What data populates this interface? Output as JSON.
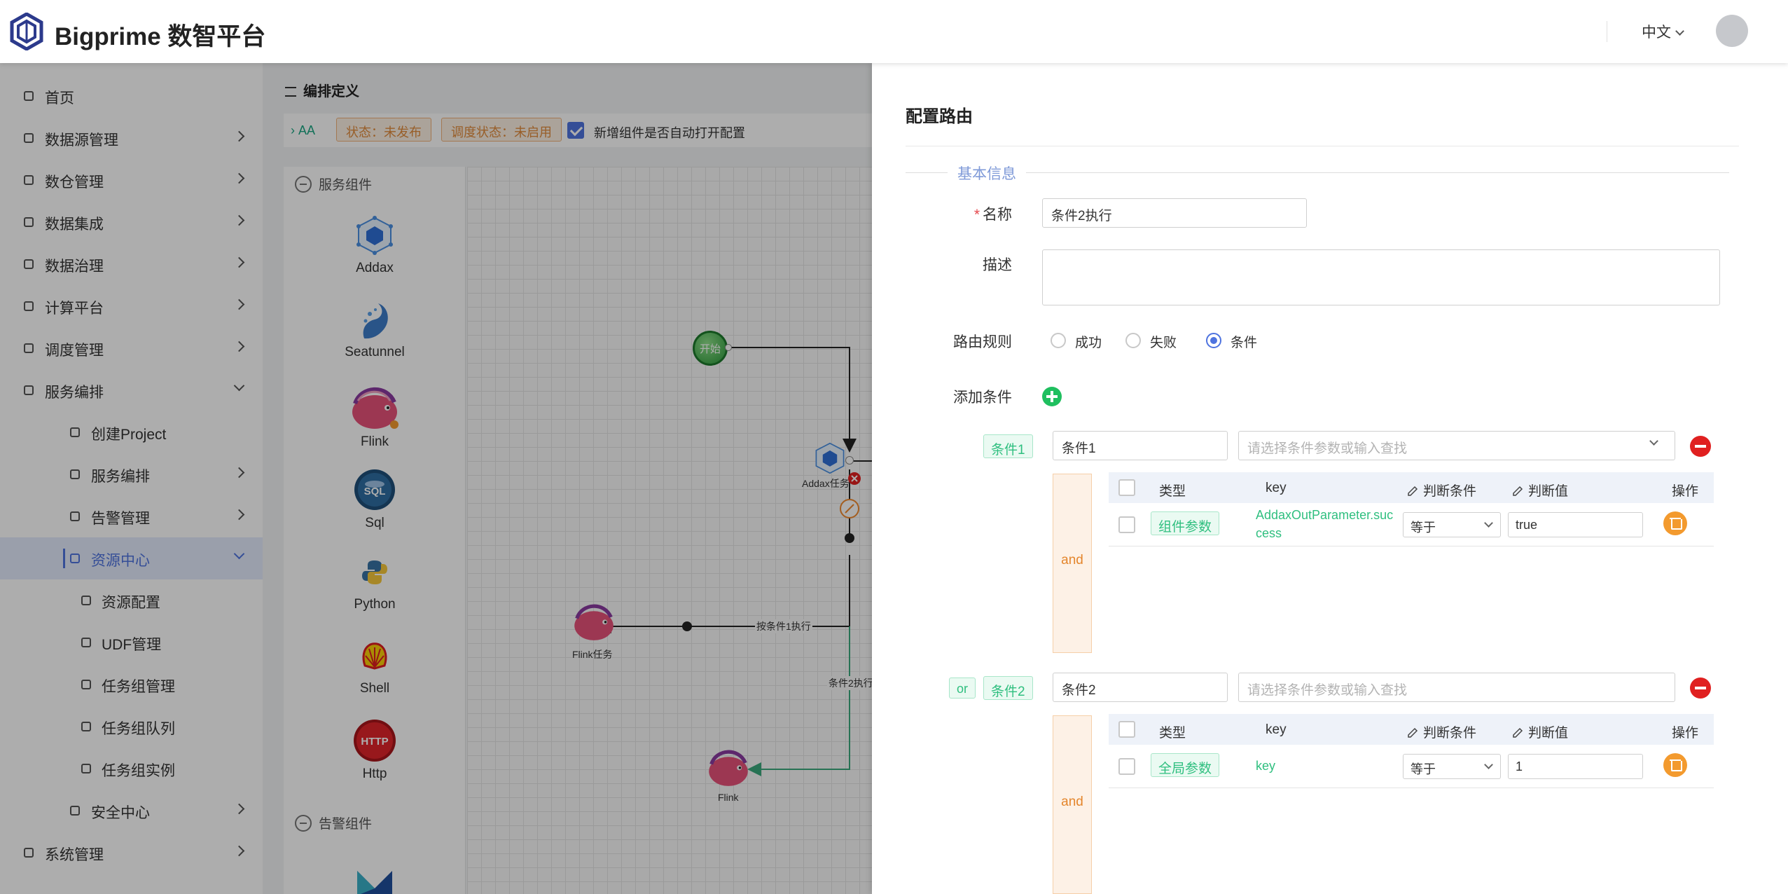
{
  "header": {
    "brand": "Bigprime 数智平台",
    "language": "中文",
    "icons": {
      "logo": "hexagon-logo-icon",
      "lang_chevron": "chevron-down-icon"
    }
  },
  "sidebar": {
    "items": [
      {
        "label": "首页",
        "icon": "home-icon",
        "has_arrow": false
      },
      {
        "label": "数据源管理",
        "icon": "datasource-icon",
        "has_arrow": true
      },
      {
        "label": "数仓管理",
        "icon": "warehouse-icon",
        "has_arrow": true
      },
      {
        "label": "数据集成",
        "icon": "integration-icon",
        "has_arrow": true
      },
      {
        "label": "数据治理",
        "icon": "governance-icon",
        "has_arrow": true
      },
      {
        "label": "计算平台",
        "icon": "compute-icon",
        "has_arrow": true
      },
      {
        "label": "调度管理",
        "icon": "schedule-icon",
        "has_arrow": true
      },
      {
        "label": "服务编排",
        "icon": "chart-icon",
        "expanded": true
      },
      {
        "label": "创建Project",
        "icon": "list-icon",
        "level": 2
      },
      {
        "label": "服务编排",
        "icon": "line-chart-icon",
        "level": 2,
        "has_arrow": true
      },
      {
        "label": "告警管理",
        "icon": "flag-icon",
        "level": 2,
        "has_arrow": true
      },
      {
        "label": "资源中心",
        "icon": "resource-icon",
        "level": 2,
        "active": true,
        "expanded": true
      },
      {
        "label": "资源配置",
        "icon": "config-icon",
        "level": 3
      },
      {
        "label": "UDF管理",
        "icon": "udf-icon",
        "level": 3
      },
      {
        "label": "任务组管理",
        "icon": "group-icon",
        "level": 3
      },
      {
        "label": "任务组队列",
        "icon": "queue-icon",
        "level": 3
      },
      {
        "label": "任务组实例",
        "icon": "instance-icon",
        "level": 3
      },
      {
        "label": "安全中心",
        "icon": "security-icon",
        "level": 2,
        "has_arrow": true
      },
      {
        "label": "系统管理",
        "icon": "settings-icon",
        "has_arrow": true
      }
    ]
  },
  "editor": {
    "page_title": "编排定义",
    "breadcrumb": "AA",
    "status_tag": "状态：未发布",
    "debug_tag": "调度状态：未启用",
    "auto_open_label": "新增组件是否自动打开配置",
    "auto_open_checked": true,
    "groups": {
      "service": "服务组件",
      "alert": "告警组件"
    },
    "components": [
      {
        "label": "Addax",
        "icon": "addax-icon"
      },
      {
        "label": "Seatunnel",
        "icon": "seatunnel-icon"
      },
      {
        "label": "Flink",
        "icon": "flink-icon"
      },
      {
        "label": "Sql",
        "icon": "sql-icon"
      },
      {
        "label": "Python",
        "icon": "python-icon"
      },
      {
        "label": "Shell",
        "icon": "shell-icon"
      },
      {
        "label": "Http",
        "icon": "http-icon"
      }
    ],
    "canvas": {
      "start_label": "开始",
      "addax_node": "Addax任务",
      "flink_task_node": "Flink任务",
      "flink_node": "Flink",
      "edge1_label": "按条件1执行",
      "edge2_label": "条件2执行"
    }
  },
  "drawer": {
    "title": "配置路由",
    "section": "基本信息",
    "name_label": "名称",
    "name_value": "条件2执行",
    "desc_label": "描述",
    "desc_value": "",
    "rule_label": "路由规则",
    "rules": [
      "成功",
      "失败",
      "条件"
    ],
    "rule_selected": "条件",
    "add_condition_label": "添加条件",
    "columns": {
      "type": "类型",
      "key": "key",
      "judge": "判断条件",
      "value": "判断值",
      "op": "操作"
    },
    "conditions": [
      {
        "tag": "条件1",
        "connector": "",
        "name": "条件1",
        "search_placeholder": "请选择条件参数或输入查找",
        "logic": "and",
        "rows": [
          {
            "type": "组件参数",
            "key_line1": "AddaxOutParameter.suc",
            "key_line2": "cess",
            "operator": "等于",
            "value": "true"
          }
        ]
      },
      {
        "tag": "条件2",
        "connector": "or",
        "name": "条件2",
        "search_placeholder": "请选择条件参数或输入查找",
        "logic": "and",
        "rows": [
          {
            "type": "全局参数",
            "key_line1": "key",
            "key_line2": "",
            "operator": "等于",
            "value": "1"
          }
        ]
      }
    ]
  },
  "colors": {
    "primary": "#4e73df",
    "green": "#2fbf7f",
    "orange": "#f39a2e",
    "danger": "#e02020",
    "edge_green": "#3aa87c"
  }
}
